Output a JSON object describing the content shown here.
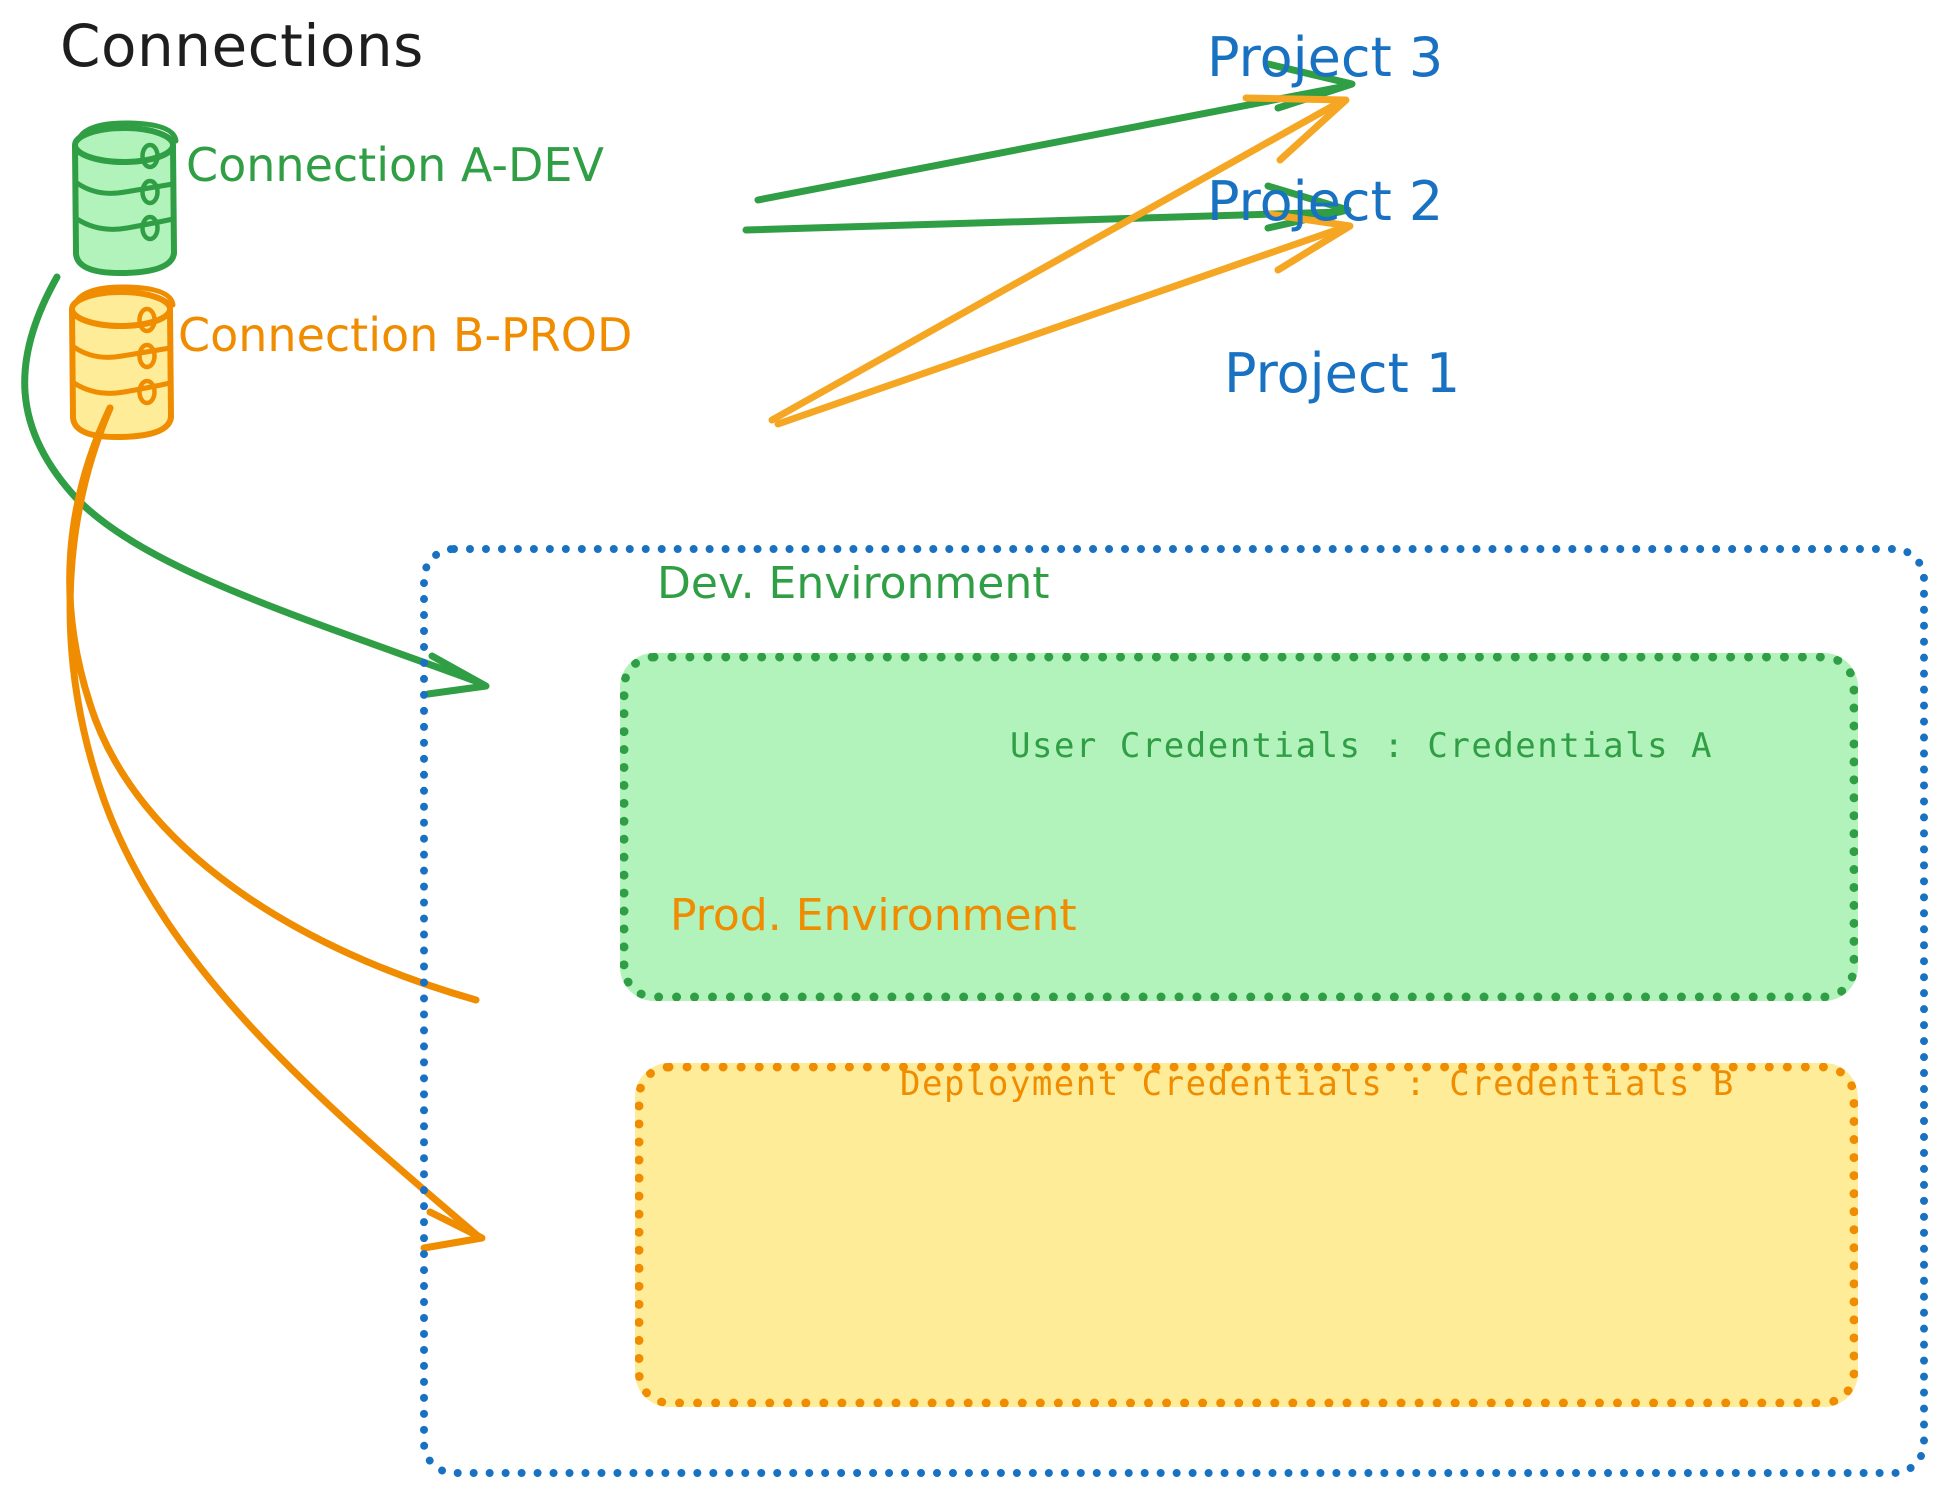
{
  "diagram": {
    "title": "Connections",
    "connections": [
      {
        "name": "Connection A-DEV",
        "color": "#2f9e44",
        "icon": "database-icon",
        "fill": "#b2f2bb"
      },
      {
        "name": "Connection B-PROD",
        "color": "#f08c00",
        "icon": "database-icon",
        "fill": "#ffec99"
      }
    ],
    "projects": [
      {
        "label": "Project 3",
        "color": "#1971c2"
      },
      {
        "label": "Project 2",
        "color": "#1971c2"
      },
      {
        "label": "Project 1",
        "color": "#1971c2"
      }
    ],
    "environments": [
      {
        "title": "Dev. Environment",
        "credentials_label": "User Credentials",
        "credentials_value": "Credentials A",
        "credentials_text": "User Credentials : Credentials A",
        "stroke": "#2f9e44",
        "fill": "#b2f2bb"
      },
      {
        "title": "Prod. Environment",
        "credentials_label": "Deployment Credentials",
        "credentials_value": "Credentials B",
        "credentials_text": "Deployment Credentials : Credentials B",
        "stroke": "#f08c00",
        "fill": "#ffec99"
      }
    ],
    "container": {
      "label": "Project 1",
      "stroke": "#1971c2"
    },
    "colors": {
      "green": "#2f9e44",
      "green_fill": "#b2f2bb",
      "orange": "#f08c00",
      "orange_light": "#f5a623",
      "orange_fill": "#ffec99",
      "blue": "#1971c2",
      "text_dark": "#1e1e1e",
      "background": "#ffffff"
    },
    "edges": [
      {
        "from": "Connection A-DEV",
        "to": "Project 3",
        "color": "#2f9e44"
      },
      {
        "from": "Connection A-DEV",
        "to": "Project 2",
        "color": "#2f9e44"
      },
      {
        "from": "Connection A-DEV",
        "to": "Dev. Environment",
        "color": "#2f9e44"
      },
      {
        "from": "Connection B-PROD",
        "to": "Project 3",
        "color": "#f5a623"
      },
      {
        "from": "Connection B-PROD",
        "to": "Project 2",
        "color": "#f5a623"
      },
      {
        "from": "Connection B-PROD",
        "to": "Prod. Environment",
        "color": "#f08c00"
      }
    ]
  }
}
